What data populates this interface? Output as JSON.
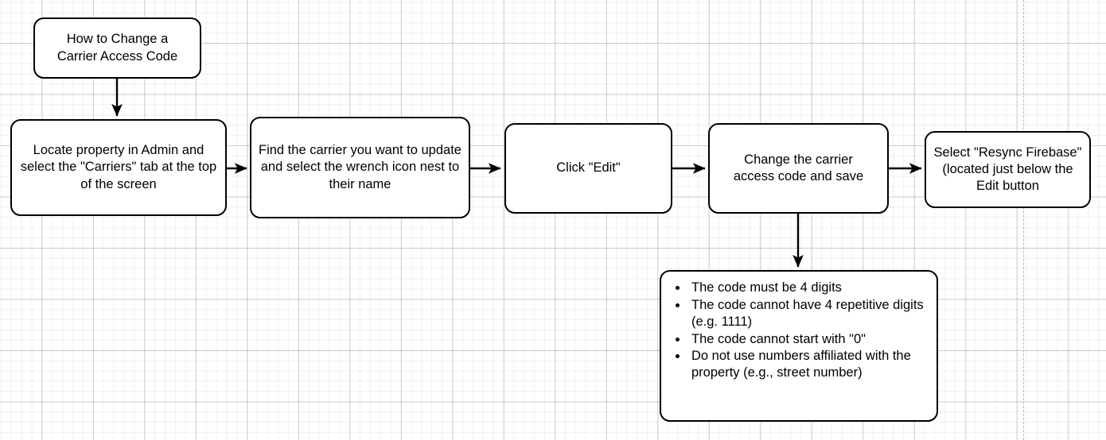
{
  "diagram": {
    "title": "How to Change a Carrier Access Code",
    "background": {
      "grid": true,
      "minor_grid_color": "#f2f2f2",
      "major_grid_color": "#d6d6d6",
      "page_break_color": "#b8b8b8"
    },
    "node_style": {
      "fill": "#ffffff",
      "stroke": "#000000",
      "text_color": "#000000"
    },
    "nodes": [
      {
        "id": "start",
        "label": "How to Change a\nCarrier Access Code"
      },
      {
        "id": "locate",
        "label": "Locate property in Admin and select the \"Carriers\" tab at the top of the screen"
      },
      {
        "id": "find",
        "label": "Find the carrier you want to update and select the wrench icon nest to their name"
      },
      {
        "id": "edit",
        "label": "Click \"Edit\""
      },
      {
        "id": "change",
        "label": "Change the carrier access code and save"
      },
      {
        "id": "resync",
        "label": "Select \"Resync Firebase\" (located just below the Edit button"
      }
    ],
    "rules_node": {
      "id": "rules",
      "items": [
        "The code must be 4 digits",
        "The code cannot have 4 repetitive digits (e.g. 1111)",
        "The code cannot start with \"0\"",
        "Do not use numbers affiliated with the property (e.g., street number)"
      ]
    },
    "edges": [
      {
        "from": "start",
        "to": "locate",
        "direction": "down"
      },
      {
        "from": "locate",
        "to": "find",
        "direction": "right"
      },
      {
        "from": "find",
        "to": "edit",
        "direction": "right"
      },
      {
        "from": "edit",
        "to": "change",
        "direction": "right"
      },
      {
        "from": "change",
        "to": "resync",
        "direction": "right"
      },
      {
        "from": "change",
        "to": "rules",
        "direction": "down"
      }
    ]
  }
}
